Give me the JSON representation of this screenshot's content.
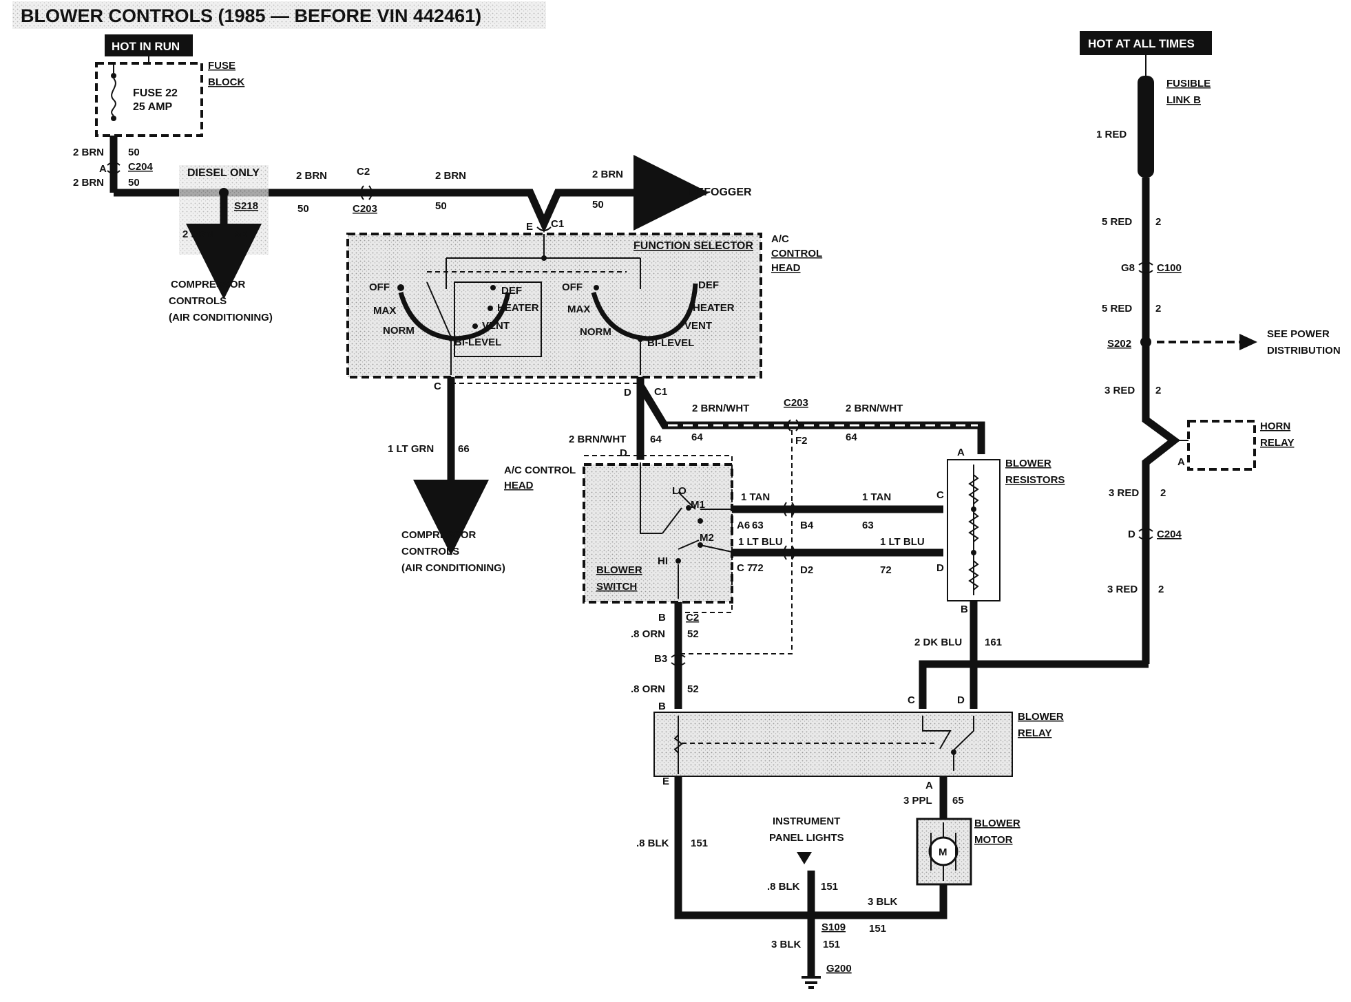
{
  "title": "BLOWER CONTROLS (1985 — BEFORE VIN 442461)",
  "power": {
    "hot_in_run": "HOT IN RUN",
    "hot_at_all_times": "HOT AT ALL TIMES",
    "fuse_block": [
      "FUSE",
      "BLOCK"
    ],
    "fuse": [
      "FUSE 22",
      "25 AMP"
    ],
    "fusible_link": [
      "FUSIBLE",
      "LINK B"
    ]
  },
  "wires": {
    "brn_2": "2 BRN",
    "brn_ckt": "50",
    "brnwht_2": "2 BRN/WHT",
    "brnwht_ckt": "64",
    "ltgrn_1": "1 LT GRN",
    "ltgrn_ckt": "66",
    "tan_1": "1 TAN",
    "tan_ckt": "63",
    "ltblu_1": "1 LT BLU",
    "ltblu_ckt": "72",
    "orn_8": ".8 ORN",
    "orn_ckt": "52",
    "dkblu_2": "2 DK BLU",
    "dkblu_ckt": "161",
    "ppl_3": "3 PPL",
    "ppl_ckt": "65",
    "blk_8": ".8 BLK",
    "blk_3": "3 BLK",
    "blk_ckt": "151",
    "red_1": "1 RED",
    "red_5": "5 RED",
    "red_3": "3 RED",
    "red_ckt": "2"
  },
  "connectors": {
    "c204": "C204",
    "c2": "C2",
    "c203": "C203",
    "c1": "C1",
    "c100": "C100",
    "s218": "S218",
    "s202": "S202",
    "s109": "S109",
    "g200": "G200",
    "pins": {
      "a": "A",
      "b": "B",
      "c": "C",
      "d": "D",
      "e": "E",
      "a6": "A6",
      "b4": "B4",
      "b3": "B3",
      "c7": "C 7",
      "d2": "D2",
      "f2": "F2",
      "g8": "G8"
    }
  },
  "labels": {
    "diesel_only": "DIESEL ONLY",
    "defogger": "DEFOGGER",
    "compressor": [
      "COMPRESSOR",
      "CONTROLS",
      "(AIR CONDITIONING)"
    ],
    "function_selector": "FUNCTION SELECTOR",
    "ac_control_head": [
      "A/C",
      "CONTROL",
      "HEAD"
    ],
    "ac_control_head2": [
      "A/C CONTROL",
      "HEAD"
    ],
    "selector_positions": {
      "off": "OFF",
      "max": "MAX",
      "norm": "NORM",
      "def": "DEF",
      "heater": "HEATER",
      "vent": "VENT",
      "bilevel": "BI-LEVEL"
    },
    "switch_positions": {
      "lo": "LO",
      "m1": "M1",
      "m2": "M2",
      "hi": "HI"
    },
    "blower_switch": [
      "BLOWER",
      "SWITCH"
    ],
    "blower_resistors": [
      "BLOWER",
      "RESISTORS"
    ],
    "blower_relay": [
      "BLOWER",
      "RELAY"
    ],
    "blower_motor": [
      "BLOWER",
      "MOTOR"
    ],
    "motor_symbol": "M",
    "horn_relay": [
      "HORN",
      "RELAY"
    ],
    "see_power": [
      "SEE POWER",
      "DISTRIBUTION"
    ],
    "instrument_lights": [
      "INSTRUMENT",
      "PANEL LIGHTS"
    ]
  }
}
